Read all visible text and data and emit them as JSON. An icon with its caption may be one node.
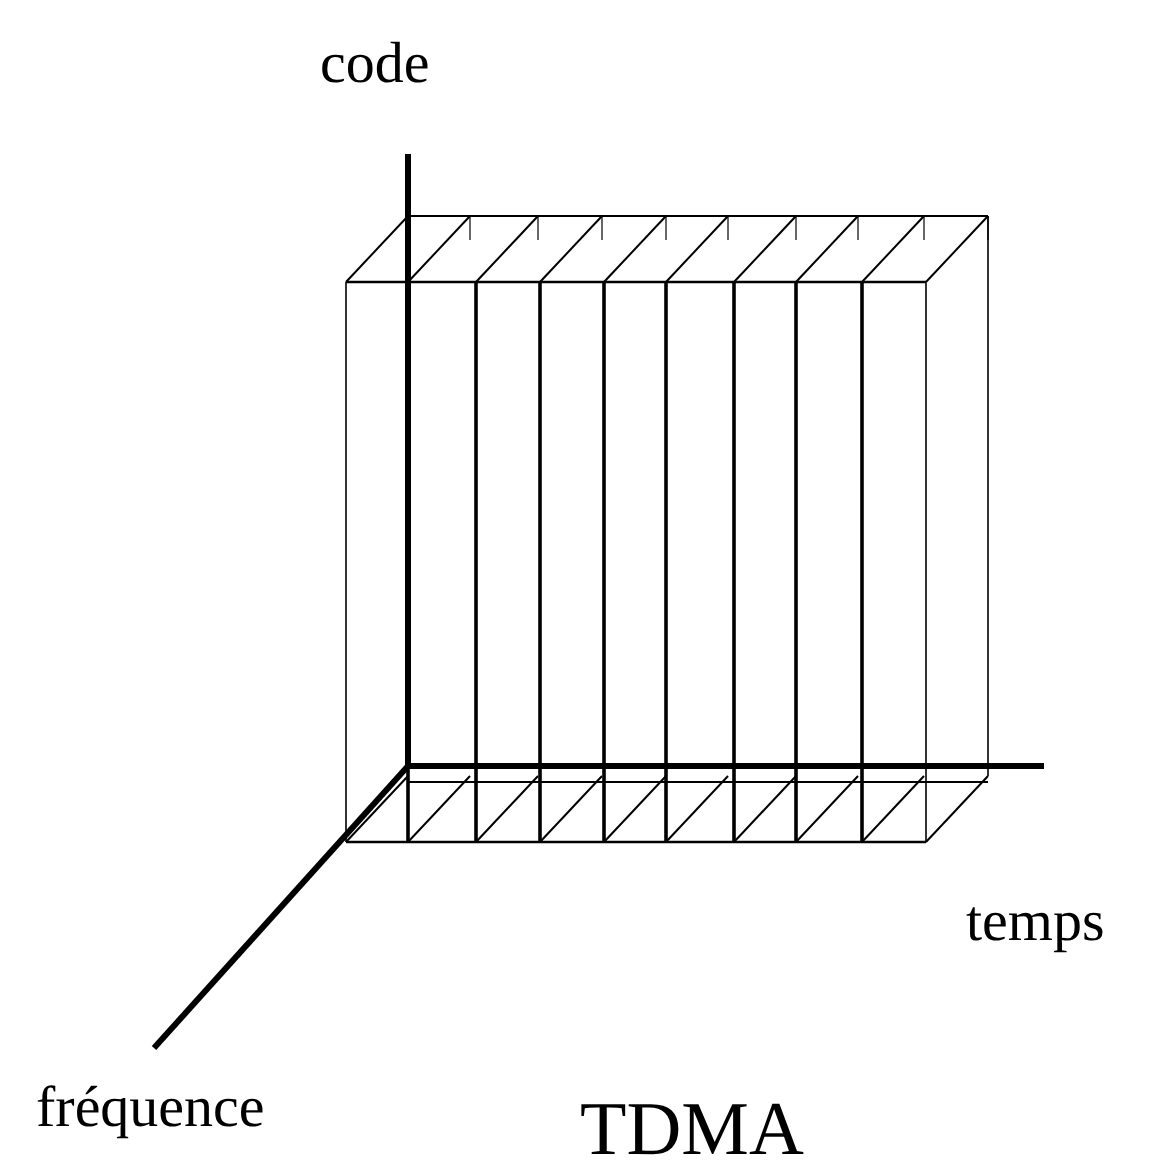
{
  "diagram": {
    "caption": "TDMA",
    "labels": [
      "code",
      "temps",
      "fréquence"
    ]
  }
}
